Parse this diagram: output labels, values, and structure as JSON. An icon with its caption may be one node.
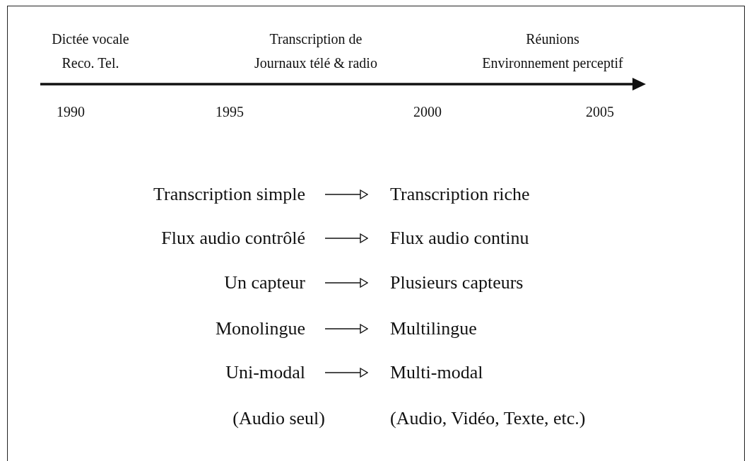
{
  "diagram": {
    "nodes": [
      {
        "text": [
          "Transcription simple"
        ]
      },
      {
        "text": [
          "Transcription riche"
        ]
      },
      {
        "text": [
          "Flux audio contrôlé"
        ]
      },
      {
        "text": [
          "Flux audio continu"
        ]
      },
      {
        "text": [
          "Un capteur"
        ]
      },
      {
        "text": [
          "Plusieurs capteurs"
        ]
      },
      {
        "text": [
          "Monolingue"
        ]
      },
      {
        "text": [
          "Multilingue"
        ]
      },
      {
        "text": [
          "Uni-modal"
        ]
      },
      {
        "text": [
          "Multi-modal"
        ]
      }
    ],
    "edges": [
      {
        "from": 0,
        "to": 1,
        "arrow": "to"
      },
      {
        "from": 2,
        "to": 3,
        "arrow": "to"
      },
      {
        "from": 4,
        "to": 5,
        "arrow": "to"
      },
      {
        "from": 6,
        "to": 7,
        "arrow": "to"
      },
      {
        "from": 8,
        "to": 9,
        "arrow": "to"
      }
    ],
    "labels": [
      "Dictée vocale Reco. Tel.",
      "Transcription de Journaux télé & radio",
      "Réunions Environnement perceptif",
      "1990",
      "1995",
      "2000",
      "2005",
      "(Audio seul)",
      "(Audio, Vidéo, Texte, etc.)"
    ]
  }
}
